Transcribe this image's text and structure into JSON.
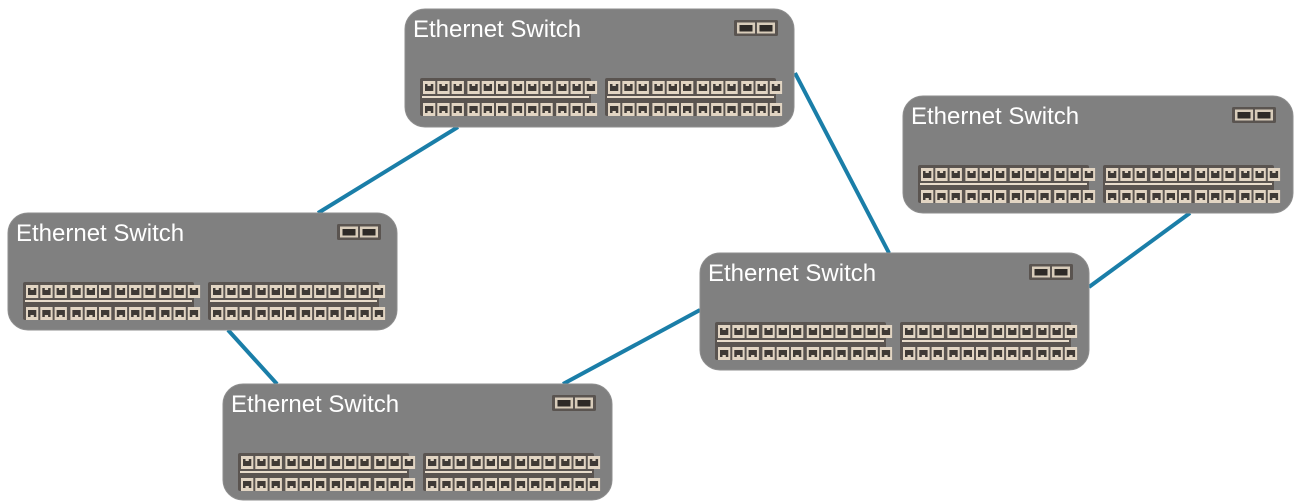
{
  "diagram": {
    "switches": [
      {
        "id": "sw-top",
        "title": "Ethernet Switch"
      },
      {
        "id": "sw-right",
        "title": "Ethernet Switch"
      },
      {
        "id": "sw-left",
        "title": "Ethernet Switch"
      },
      {
        "id": "sw-center",
        "title": "Ethernet Switch"
      },
      {
        "id": "sw-bottom",
        "title": "Ethernet Switch"
      }
    ],
    "links": [
      {
        "from": "sw-top",
        "to": "sw-left"
      },
      {
        "from": "sw-top",
        "to": "sw-center"
      },
      {
        "from": "sw-left",
        "to": "sw-bottom"
      },
      {
        "from": "sw-bottom",
        "to": "sw-center"
      },
      {
        "from": "sw-center",
        "to": "sw-right"
      }
    ],
    "ports_per_bank": 24,
    "banks_per_switch": 2,
    "uplink_ports": 2,
    "colors": {
      "switch_body": "#808080",
      "link": "#1a7ea8",
      "title_text": "#ffffff",
      "port_frame": "#5a5450",
      "port_face": "#e2d5c3"
    }
  }
}
